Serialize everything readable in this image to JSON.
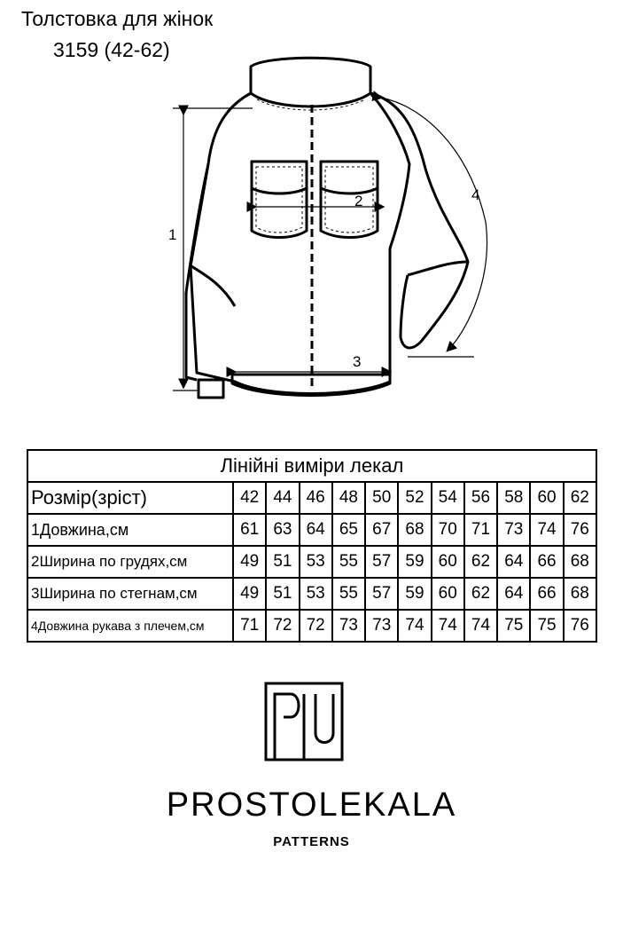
{
  "header": {
    "title": "Толстовка для жінок",
    "subtitle": "3159 (42-62)"
  },
  "sketch": {
    "labels": [
      "1",
      "2",
      "3",
      "4"
    ]
  },
  "table": {
    "caption": "Лінійні виміри лекал",
    "size_label": "Розмір(зріст)",
    "sizes": [
      "42",
      "44",
      "46",
      "48",
      "50",
      "52",
      "54",
      "56",
      "58",
      "60",
      "62"
    ],
    "rows": [
      {
        "label": "1Довжина,см",
        "values": [
          "61",
          "63",
          "64",
          "65",
          "67",
          "68",
          "70",
          "71",
          "73",
          "74",
          "76"
        ]
      },
      {
        "label": "2Ширина по грудях,см",
        "values": [
          "49",
          "51",
          "53",
          "55",
          "57",
          "59",
          "60",
          "62",
          "64",
          "66",
          "68"
        ]
      },
      {
        "label": "3Ширина по стегнам,см",
        "values": [
          "49",
          "51",
          "53",
          "55",
          "57",
          "59",
          "60",
          "62",
          "64",
          "66",
          "68"
        ]
      },
      {
        "label": "4Довжина рукава з плечем,см",
        "values": [
          "71",
          "72",
          "72",
          "73",
          "73",
          "74",
          "74",
          "74",
          "75",
          "75",
          "76"
        ]
      }
    ]
  },
  "brand": {
    "name": "PROSTOLEKALA",
    "tagline": "PATTERNS"
  }
}
